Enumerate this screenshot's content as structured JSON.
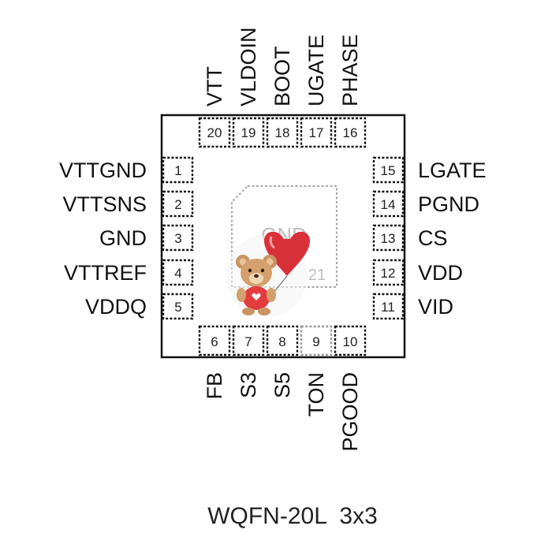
{
  "package": {
    "label": "WQFN-20L  3x3"
  },
  "pins": {
    "left": [
      {
        "num": "1",
        "name": "VTTGND"
      },
      {
        "num": "2",
        "name": "VTTSNS"
      },
      {
        "num": "3",
        "name": "GND"
      },
      {
        "num": "4",
        "name": "VTTREF"
      },
      {
        "num": "5",
        "name": "VDDQ"
      }
    ],
    "bottom": [
      {
        "num": "6",
        "name": "FB"
      },
      {
        "num": "7",
        "name": "S3"
      },
      {
        "num": "8",
        "name": "S5"
      },
      {
        "num": "9",
        "name": "TON"
      },
      {
        "num": "10",
        "name": "PGOOD"
      }
    ],
    "right": [
      {
        "num": "11",
        "name": "VID"
      },
      {
        "num": "12",
        "name": "VDD"
      },
      {
        "num": "13",
        "name": "CS"
      },
      {
        "num": "14",
        "name": "PGND"
      },
      {
        "num": "15",
        "name": "LGATE"
      }
    ],
    "top": [
      {
        "num": "16",
        "name": "PHASE"
      },
      {
        "num": "17",
        "name": "UGATE"
      },
      {
        "num": "18",
        "name": "BOOT"
      },
      {
        "num": "19",
        "name": "VLDOIN"
      },
      {
        "num": "20",
        "name": "VTT"
      }
    ]
  },
  "exposed_pad": {
    "name": "GND",
    "num": "21"
  },
  "watermark": {
    "icon": "teddy-bear-heart-icon"
  }
}
